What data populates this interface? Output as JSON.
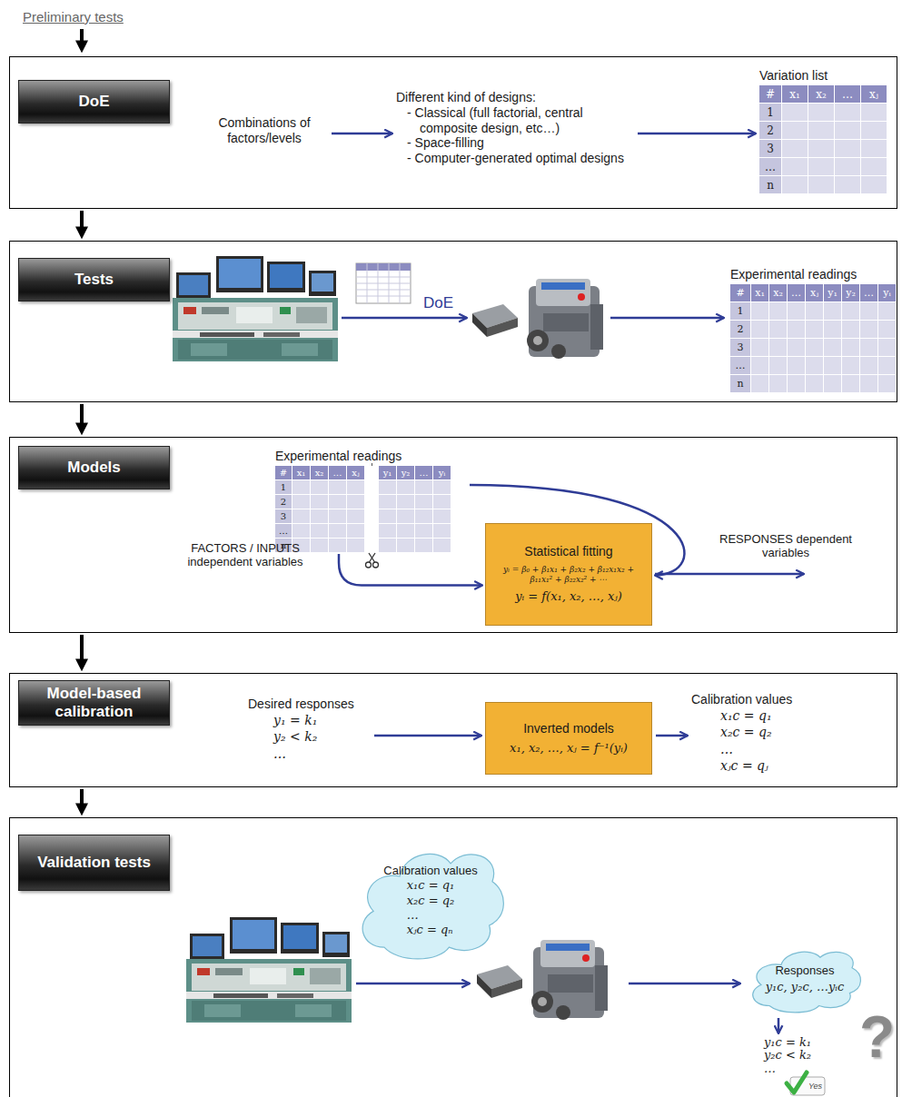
{
  "diagram": {
    "nodes": [
      {
        "text": [
          "DoE"
        ]
      },
      {
        "text": [
          "Combinations of factors/levels"
        ],
        "in": 0
      },
      {
        "text": [
          "Different kind of designs:",
          "- Classical (full factorial, central composite design, etc…)",
          "- Space-filling",
          "- Computer-generated optimal designs"
        ],
        "in": 0
      },
      {
        "text": [
          "Variation list",
          "#",
          "x₁",
          "x₂",
          "…",
          "xⱼ",
          "1",
          "2",
          "3",
          "…",
          "n"
        ],
        "in": 0
      },
      {
        "text": [
          "Tests"
        ]
      },
      {
        "text": [
          "Experimental readings",
          "#",
          "x₁",
          "x₂",
          "…",
          "xⱼ",
          "y₁",
          "y₂",
          "…",
          "yᵢ",
          "1",
          "2",
          "3",
          "…",
          "n"
        ],
        "in": 4
      },
      {
        "text": [
          "Models"
        ]
      },
      {
        "text": [
          "Experimental readings",
          "#",
          "x₁",
          "x₂",
          "…",
          "xⱼ",
          "y₁",
          "y₂",
          "…",
          "yᵢ",
          "1",
          "2",
          "3",
          "…",
          "n"
        ],
        "in": 6
      },
      {
        "text": [
          "Statistical fitting",
          "yᵢ = β₀ + β₁x₁ + β₂x₂ + β₁₂x₁x₂ + β₁₁x₁² + β₂₂x₂² + ⋯",
          "yᵢ = f(x₁, x₂, …, xⱼ)"
        ],
        "in": 6
      },
      {
        "text": [
          "Model-based calibration"
        ]
      },
      {
        "text": [
          "Desired responses",
          "y₁ = k₁",
          "y₂ < k₂",
          "…"
        ],
        "in": 9
      },
      {
        "text": [
          "Inverted models",
          "x₁, x₂, …, xⱼ = f⁻¹(yᵢ)"
        ],
        "in": 9
      },
      {
        "text": [
          "Calibration values",
          "x₁c = q₁",
          "x₂c = q₂",
          "…",
          "xⱼc = qⱼ"
        ],
        "in": 9
      },
      {
        "text": [
          "Validation tests"
        ]
      },
      {
        "text": [
          "Calibration values",
          "x₁c = q₁",
          "x₂c = q₂",
          "…",
          "xⱼc = qₙ"
        ],
        "in": 13
      },
      {
        "text": [
          "Responses",
          "y₁c, y₂c, …yᵢc"
        ],
        "in": 13
      },
      {
        "text": [
          "y₁c = k₁",
          "y₂c < k₂",
          "…"
        ],
        "in": 13
      }
    ],
    "edges": [
      {
        "from": 0,
        "to": 4,
        "arrow": "to"
      },
      {
        "from": 4,
        "to": 6,
        "arrow": "to"
      },
      {
        "from": 6,
        "to": 9,
        "arrow": "to"
      },
      {
        "from": 9,
        "to": 13,
        "arrow": "to"
      },
      {
        "from": 1,
        "to": 2,
        "arrow": "to"
      },
      {
        "from": 2,
        "to": 3,
        "arrow": "to"
      },
      {
        "from": 7,
        "to": 8,
        "arrow": "to"
      },
      {
        "from": 7,
        "to": 8,
        "arrow": "to"
      },
      {
        "from": 10,
        "to": 11,
        "arrow": "to"
      },
      {
        "from": 11,
        "to": 12,
        "arrow": "to"
      },
      {
        "from": 15,
        "to": 16,
        "arrow": "to"
      }
    ],
    "labels": [
      "Preliminary tests",
      "DoE",
      "FACTORS / INPUTS independent variables",
      "RESPONSES dependent variables",
      "?",
      "Yes"
    ]
  }
}
